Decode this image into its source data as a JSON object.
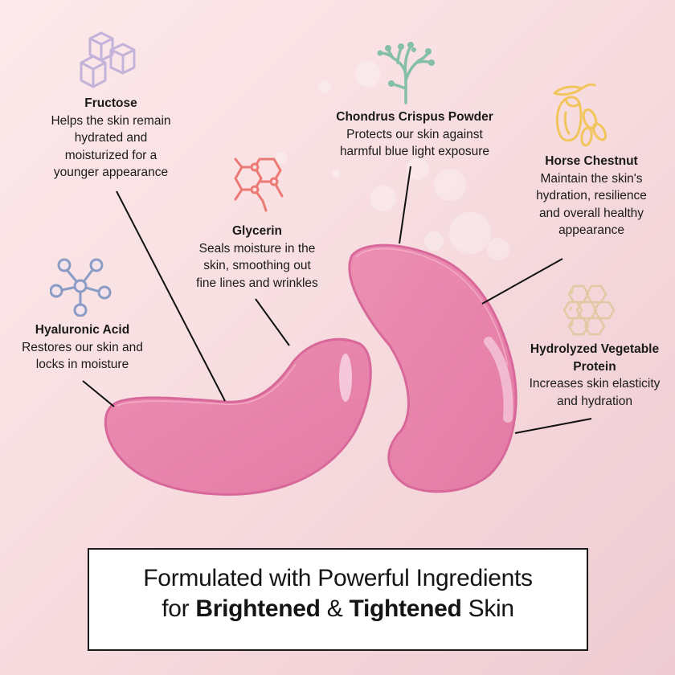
{
  "colors": {
    "background_top": "#fce8ea",
    "background_bottom": "#efccd3",
    "patch_fill": "#e985ab",
    "patch_edge": "#d96896",
    "leader_line": "#111111",
    "icon_fructose": "#c3b3da",
    "icon_chondrus": "#86bfa8",
    "icon_horse_chestnut": "#f2c55c",
    "icon_glycerin": "#ec7a74",
    "icon_hyaluronic": "#8a9cc6",
    "icon_hydrolyzed": "#e2c9a4"
  },
  "ingredients": [
    {
      "id": "fructose",
      "icon": "sugar-cubes-icon",
      "name": "Fructose",
      "description": "Helps the skin remain\nhydrated and\nmoisturized for a\nyounger appearance"
    },
    {
      "id": "chondrus",
      "icon": "seaweed-icon",
      "name": "Chondrus Crispus Powder",
      "description": "Protects our skin against\nharmful blue light exposure"
    },
    {
      "id": "horse_chestnut",
      "icon": "chestnut-icon",
      "name": "Horse Chestnut",
      "description": "Maintain the skin's\nhydration, resilience\nand overall healthy\nappearance"
    },
    {
      "id": "glycerin",
      "icon": "molecule-hexagon-icon",
      "name": "Glycerin",
      "description": "Seals moisture in the\nskin, smoothing out\nfine lines and wrinkles"
    },
    {
      "id": "hyaluronic",
      "icon": "molecule-network-icon",
      "name": "Hyaluronic Acid",
      "description": "Restores our skin and\nlocks in moisture"
    },
    {
      "id": "hydrolyzed",
      "icon": "honeycomb-icon",
      "name": "Hydrolyzed Vegetable\nProtein",
      "description": "Increases skin elasticity\nand hydration"
    }
  ],
  "tagline": {
    "line1": "Formulated with Powerful Ingredients",
    "line2_prefix": "for ",
    "line2_bold1": "Brightened",
    "line2_mid": " & ",
    "line2_bold2": "Tightened",
    "line2_suffix": " Skin"
  }
}
